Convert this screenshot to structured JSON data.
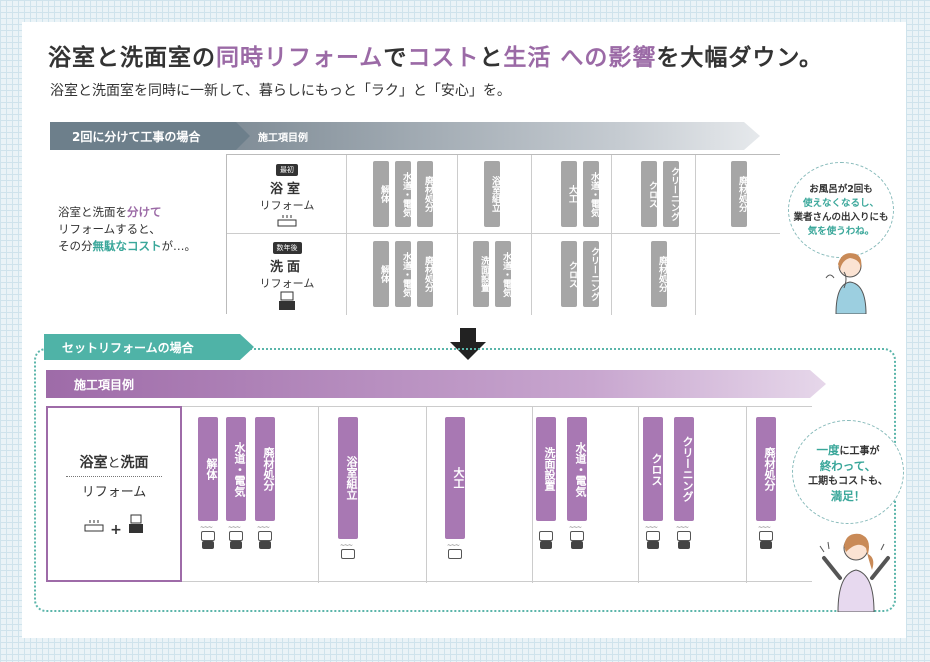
{
  "title": {
    "p1": "浴室と洗面室の",
    "hl1": "同時リフォーム",
    "p2": "で",
    "hl2": "コスト",
    "p3": "と",
    "hl3": "生活",
    "p4": " への",
    "hl4": "影響",
    "p5": "を大幅ダウン。"
  },
  "subtitle": "浴室と洗面室を同時に一新して、暮らしにもっと「ラク」と「安心」を。",
  "separate": {
    "chip_label": "2回に分けて工事の場合",
    "work_label": "施工項目例",
    "note": {
      "l1a": "浴室と洗面を",
      "l1b": "分けて",
      "l2": "リフォームすると、",
      "l3a": "その分",
      "l3b": "無駄なコスト",
      "l3c": "が…。"
    },
    "rows": [
      {
        "tag": "最初",
        "name": "浴室",
        "sub": "リフォーム",
        "items": [
          "解体",
          "水道・電気",
          "廃材処分",
          "浴室組立",
          "大工",
          "水道・電気",
          "クロス",
          "クリーニング",
          "廃材処分"
        ]
      },
      {
        "tag": "数年後",
        "name": "洗面",
        "sub": "リフォーム",
        "items": [
          "解体",
          "水道・電気",
          "廃材処分",
          "洗面設置",
          "水道・電気",
          "クロス",
          "クリーニング",
          "廃材処分"
        ]
      }
    ],
    "bubble": {
      "l1": "お風呂が2回も",
      "l2": "使えなくなるし、",
      "l3": "業者さんの出入りにも",
      "l4": "気を使うわね。"
    }
  },
  "set": {
    "chip_label": "セットリフォームの場合",
    "work_label": "施工項目例",
    "label": {
      "a": "浴室",
      "b": "と",
      "c": "洗面",
      "d": "リフォーム",
      "plus": "+"
    },
    "items": [
      "解体",
      "水道・電気",
      "廃材処分",
      "浴室組立",
      "大工",
      "洗面設置",
      "水道・電気",
      "クロス",
      "クリーニング",
      "廃材処分"
    ],
    "bubble": {
      "l1a": "一度",
      "l1b": "に工事が",
      "l2": "終わって、",
      "l3": "工期もコストも、",
      "l4": "満足！"
    }
  },
  "colors": {
    "accent": "#9b6aa6",
    "teal": "#4fb3a7",
    "gray": "#a6a6a6"
  }
}
